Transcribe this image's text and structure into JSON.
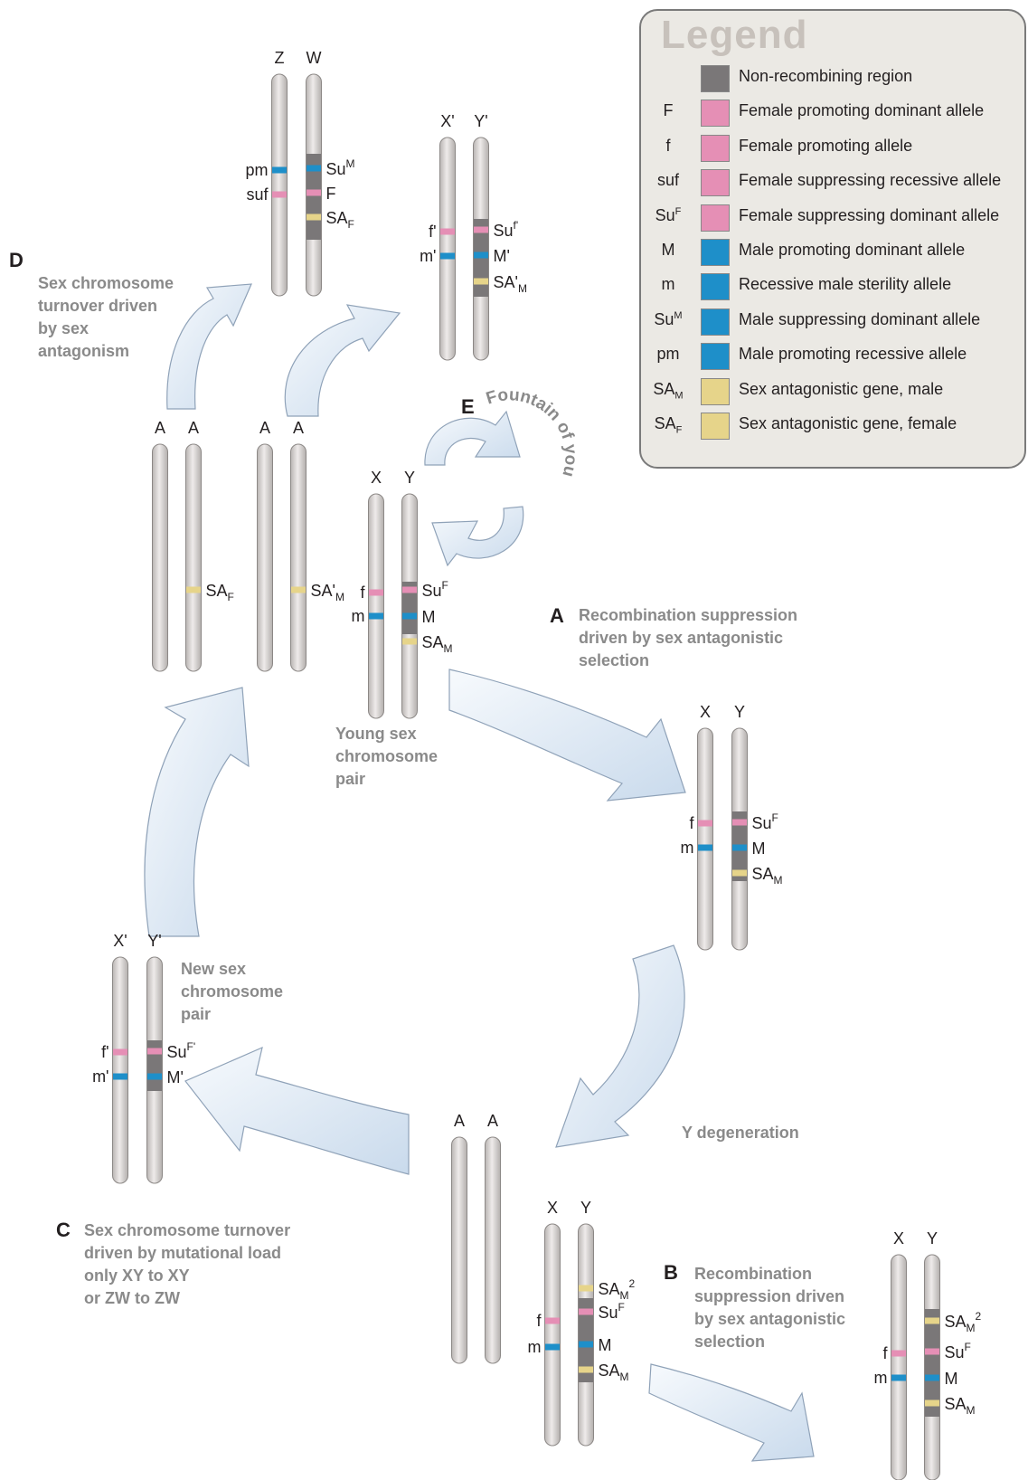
{
  "legend": {
    "title": "Legend",
    "items": [
      {
        "sym": "",
        "sup": "",
        "sub": "",
        "text": "Non-recombining region",
        "color": "#7a7778"
      },
      {
        "sym": "F",
        "sup": "",
        "sub": "",
        "text": "Female promoting dominant allele",
        "color": "#e58fb5"
      },
      {
        "sym": "f",
        "sup": "",
        "sub": "",
        "text": "Female promoting allele",
        "color": "#e58fb5"
      },
      {
        "sym": "suf",
        "sup": "",
        "sub": "",
        "text": "Female suppressing recessive allele",
        "color": "#e58fb5"
      },
      {
        "sym": "Su",
        "sup": "F",
        "sub": "",
        "text": "Female suppressing dominant allele",
        "color": "#e58fb5"
      },
      {
        "sym": "M",
        "sup": "",
        "sub": "",
        "text": "Male promoting dominant allele",
        "color": "#1e8fc9"
      },
      {
        "sym": "m",
        "sup": "",
        "sub": "",
        "text": "Recessive male sterility allele",
        "color": "#1e8fc9"
      },
      {
        "sym": "Su",
        "sup": "M",
        "sub": "",
        "text": "Male suppressing dominant allele",
        "color": "#1e8fc9"
      },
      {
        "sym": "pm",
        "sup": "",
        "sub": "",
        "text": "Male promoting recessive allele",
        "color": "#1e8fc9"
      },
      {
        "sym": "SA",
        "sup": "",
        "sub": "M",
        "text": "Sex antagonistic gene, male",
        "color": "#e6d48a"
      },
      {
        "sym": "SA",
        "sup": "",
        "sub": "F",
        "text": "Sex antagonistic gene, female",
        "color": "#e6d48a"
      }
    ]
  },
  "colors": {
    "nonrec": "#7a7778",
    "female": "#e58fb5",
    "male": "#1e8fc9",
    "sa": "#e6d48a",
    "chromosome": "#dedad8",
    "arrow": "#dfe9f4",
    "arrow_stroke": "#8fa2b8",
    "caption": "#8a8a8a"
  },
  "captions": [
    {
      "key": "D",
      "lines": [
        "Sex chromosome",
        "turnover driven",
        "by sex",
        "antagonism"
      ]
    },
    {
      "key": "E",
      "lines": [
        "Fountain of youth"
      ]
    },
    {
      "key": "A",
      "lines": [
        "Recombination suppression",
        "driven by sex antagonistic",
        "selection"
      ]
    },
    {
      "key": "",
      "lines": [
        "Young sex",
        "chromosome",
        "pair"
      ]
    },
    {
      "key": "",
      "lines": [
        "New sex",
        "chromosome",
        "pair"
      ]
    },
    {
      "key": "",
      "lines": [
        "Y degeneration"
      ]
    },
    {
      "key": "C",
      "lines": [
        "Sex chromosome turnover",
        "driven by mutational load",
        "only XY to XY",
        "or ZW to ZW"
      ]
    },
    {
      "key": "B",
      "lines": [
        "Recombination",
        "suppression driven",
        "by sex antagonistic",
        "selection"
      ]
    }
  ],
  "chromosomes": [
    {
      "name": "Z",
      "bands": [
        {
          "type": "male",
          "label": "pm",
          "side": "left"
        },
        {
          "type": "female",
          "label": "suf",
          "side": "left"
        }
      ]
    },
    {
      "name": "W",
      "bands": [
        {
          "type": "male",
          "label": "Su",
          "sup": "M"
        },
        {
          "type": "female",
          "label": "F"
        },
        {
          "type": "sa",
          "label": "SA",
          "sub": "F"
        }
      ]
    },
    {
      "name": "X'",
      "bands": [
        {
          "type": "female",
          "label": "f'",
          "side": "left"
        },
        {
          "type": "male",
          "label": "m'",
          "side": "left"
        }
      ]
    },
    {
      "name": "Y'",
      "bands": [
        {
          "type": "female",
          "label": "Su",
          "sup": "f'"
        },
        {
          "type": "male",
          "label": "M'"
        },
        {
          "type": "sa",
          "label": "SA'",
          "sub": "M"
        }
      ]
    },
    {
      "name": "A",
      "bands": []
    },
    {
      "name": "A",
      "bands": [
        {
          "type": "sa",
          "label": "SA",
          "sub": "F"
        }
      ]
    },
    {
      "name": "A",
      "bands": []
    },
    {
      "name": "A",
      "bands": [
        {
          "type": "sa",
          "label": "SA'",
          "sub": "M"
        }
      ]
    },
    {
      "name": "X",
      "bands": [
        {
          "type": "female",
          "label": "f",
          "side": "left"
        },
        {
          "type": "male",
          "label": "m",
          "side": "left"
        }
      ]
    },
    {
      "name": "Y",
      "bands": [
        {
          "type": "female",
          "label": "Su",
          "sup": "F"
        },
        {
          "type": "male",
          "label": "M"
        },
        {
          "type": "sa",
          "label": "SA",
          "sub": "M"
        }
      ]
    },
    {
      "name": "X",
      "bands": [
        {
          "type": "female",
          "label": "f",
          "side": "left"
        },
        {
          "type": "male",
          "label": "m",
          "side": "left"
        }
      ]
    },
    {
      "name": "Y",
      "bands": [
        {
          "type": "female",
          "label": "Su",
          "sup": "F"
        },
        {
          "type": "male",
          "label": "M"
        },
        {
          "type": "sa",
          "label": "SA",
          "sub": "M"
        }
      ]
    },
    {
      "name": "X'",
      "bands": [
        {
          "type": "female",
          "label": "f'",
          "side": "left"
        },
        {
          "type": "male",
          "label": "m'",
          "side": "left"
        }
      ]
    },
    {
      "name": "Y'",
      "bands": [
        {
          "type": "female",
          "label": "Su",
          "sup": "F'"
        },
        {
          "type": "male",
          "label": "M'"
        }
      ]
    },
    {
      "name": "A",
      "bands": []
    },
    {
      "name": "A",
      "bands": []
    },
    {
      "name": "X",
      "bands": [
        {
          "type": "female",
          "label": "f",
          "side": "left"
        },
        {
          "type": "male",
          "label": "m",
          "side": "left"
        }
      ]
    },
    {
      "name": "Y",
      "bands": [
        {
          "type": "sa",
          "label": "SA",
          "sub": "M",
          "sup": "2"
        },
        {
          "type": "female",
          "label": "Su",
          "sup": "F"
        },
        {
          "type": "male",
          "label": "M"
        },
        {
          "type": "sa",
          "label": "SA",
          "sub": "M"
        }
      ]
    },
    {
      "name": "X",
      "bands": [
        {
          "type": "female",
          "label": "f",
          "side": "left"
        },
        {
          "type": "male",
          "label": "m",
          "side": "left"
        }
      ]
    },
    {
      "name": "Y",
      "bands": [
        {
          "type": "sa",
          "label": "SA",
          "sub": "M",
          "sup": "2"
        },
        {
          "type": "female",
          "label": "Su",
          "sup": "F"
        },
        {
          "type": "male",
          "label": "M"
        },
        {
          "type": "sa",
          "label": "SA",
          "sub": "M"
        }
      ]
    }
  ]
}
